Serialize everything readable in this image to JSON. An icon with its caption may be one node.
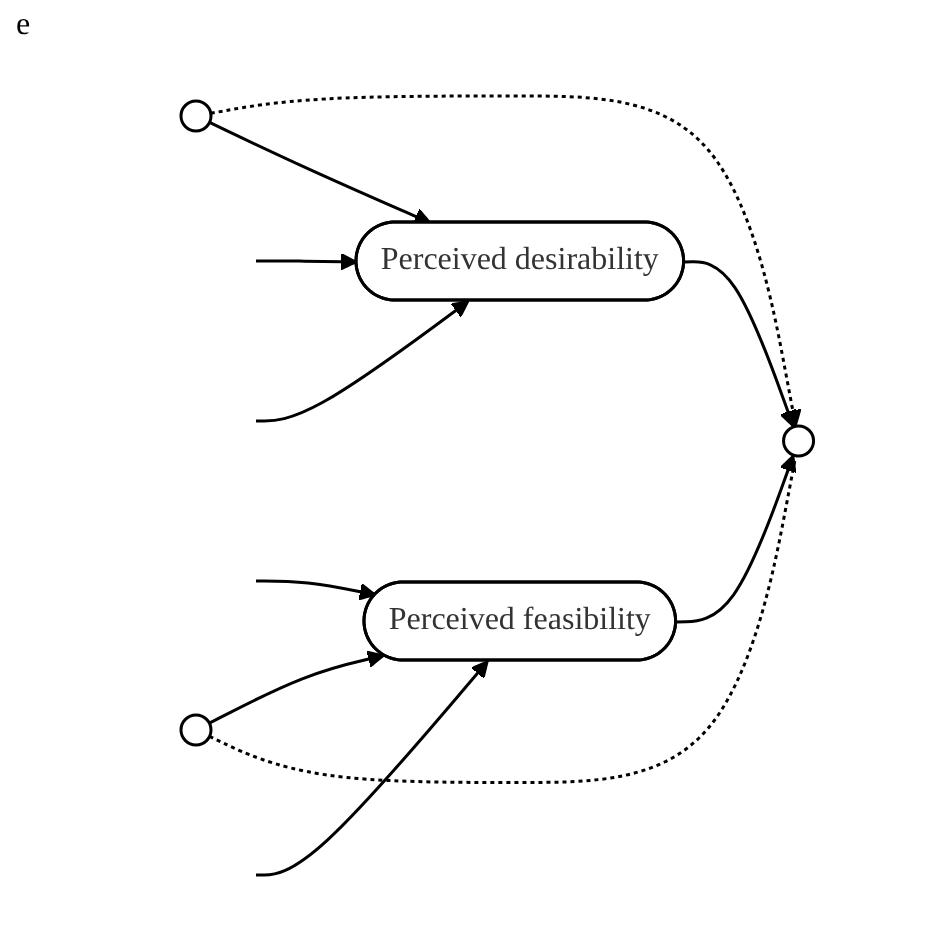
{
  "diagram": {
    "nodes": [
      {
        "text": [],
        "shape": "circle"
      },
      {
        "text": [
          "Perceived desirability"
        ]
      },
      {
        "text": [
          "Perceived feasibility"
        ]
      },
      {
        "text": [],
        "shape": "circle"
      },
      {
        "text": [],
        "shape": "circle"
      }
    ],
    "edges": [
      {
        "from": 0,
        "to": 4,
        "arrow": "to",
        "style": "dashed"
      },
      {
        "from": null,
        "to": 1,
        "arrow": "to"
      },
      {
        "from": 0,
        "to": 1,
        "arrow": "to"
      },
      {
        "from": null,
        "to": 1,
        "arrow": "to"
      },
      {
        "from": null,
        "to": 2,
        "arrow": "to"
      },
      {
        "from": 3,
        "to": 2,
        "arrow": "to"
      },
      {
        "from": null,
        "to": 2,
        "arrow": "to"
      },
      {
        "from": 1,
        "to": 4,
        "arrow": "to"
      },
      {
        "from": 2,
        "to": 4,
        "arrow": "to"
      },
      {
        "from": 3,
        "to": 4,
        "arrow": "none",
        "style": "dashed"
      }
    ],
    "labels": [
      "e"
    ]
  }
}
